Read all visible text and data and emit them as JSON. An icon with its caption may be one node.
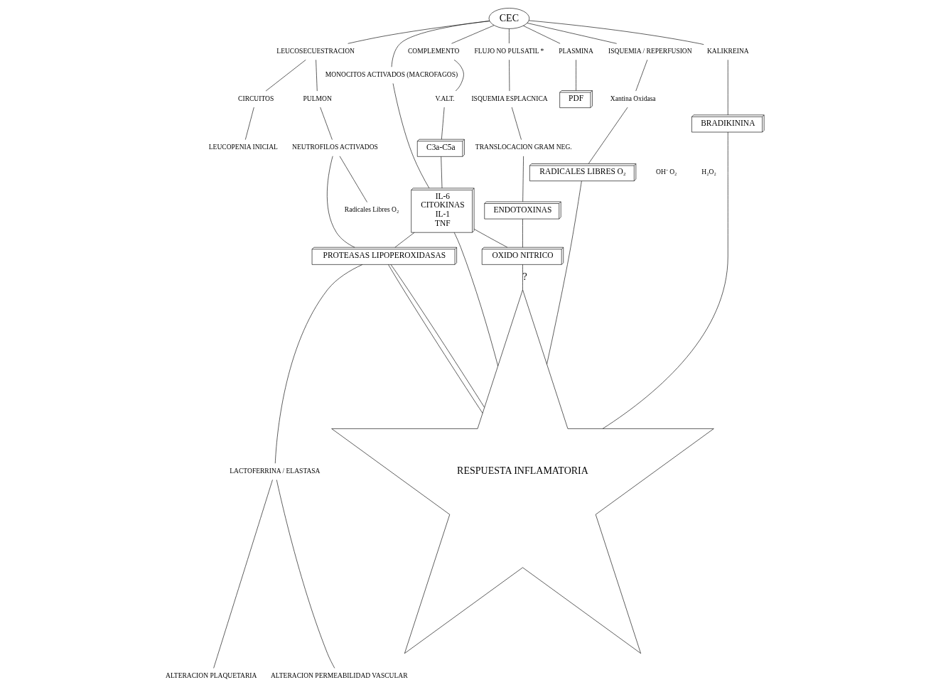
{
  "diagram": {
    "nodes": [
      {
        "text": [
          "CEC"
        ]
      },
      {
        "text": [
          "LEUCOSECUESTRACION"
        ]
      },
      {
        "text": [
          "COMPLEMENTO"
        ]
      },
      {
        "text": [
          "KALIKREINA"
        ]
      },
      {
        "text": [
          "FLUJO NO PULSATIL *"
        ]
      },
      {
        "text": [
          "PLASMINA"
        ]
      },
      {
        "text": [
          "PDF"
        ]
      },
      {
        "text": [
          "CIRCUITOS"
        ]
      },
      {
        "text": [
          "PULMON"
        ]
      },
      {
        "text": [
          "V.ALT."
        ]
      },
      {
        "text": [
          "MONOCITOS ACTIVADOS (MACROFAGOS)"
        ]
      },
      {
        "text": [
          "ISQUEMIA ESPLACNICA"
        ]
      },
      {
        "text": [
          "ISQUEMIA / REPERFUSION"
        ]
      },
      {
        "text": [
          "LEUCOPENIA INICIAL"
        ]
      },
      {
        "text": [
          "C3a-C5a"
        ]
      },
      {
        "text": [
          "TRANSLOCACION GRAM NEG."
        ]
      },
      {
        "text": [
          "IL-6",
          "CITOKINAS",
          "IL-1",
          "TNF"
        ]
      },
      {
        "text": [
          "NEUTROFILOS ACTIVADOS"
        ]
      },
      {
        "text": [
          "ENDOTOXINAS"
        ]
      },
      {
        "text": [
          "Xantina Oxidasa"
        ]
      },
      {
        "text": [
          "Radicales Libres O₂"
        ]
      },
      {
        "text": [
          "PROTEASAS LIPOPEROXIDASAS"
        ]
      },
      {
        "text": [
          "OXIDO NITRICO"
        ]
      },
      {
        "text": [
          "BRADIKININA"
        ]
      },
      {
        "text": [
          "RADICALES LIBRES O₂"
        ],
        "beside": [
          "OH⁻ O₂",
          "H₂O₂"
        ]
      },
      {
        "text": [
          "LACTOFERRINA / ELASTASA"
        ]
      },
      {
        "text": [
          "ALTERACION PLAQUETARIA"
        ]
      },
      {
        "text": [
          "ALTERACION PERMEABILIDAD VASCULAR"
        ]
      },
      {
        "text": [
          "RESPUESTA INFLAMATORIA"
        ]
      }
    ],
    "edges": [
      {
        "from": 0,
        "to": 1,
        "arrow": "none"
      },
      {
        "from": 0,
        "to": 2,
        "arrow": "none"
      },
      {
        "from": 0,
        "to": 10,
        "arrow": "none"
      },
      {
        "from": 0,
        "to": 3,
        "arrow": "none"
      },
      {
        "from": 0,
        "to": 4,
        "arrow": "none"
      },
      {
        "from": 0,
        "to": 5,
        "arrow": "none"
      },
      {
        "from": 0,
        "to": 12,
        "arrow": "none"
      },
      {
        "from": 1,
        "to": 7,
        "arrow": "none"
      },
      {
        "from": 1,
        "to": 8,
        "arrow": "none"
      },
      {
        "from": 7,
        "to": 13,
        "arrow": "none"
      },
      {
        "from": 8,
        "to": 17,
        "arrow": "none"
      },
      {
        "from": 2,
        "to": 9,
        "arrow": "none"
      },
      {
        "from": 9,
        "to": 14,
        "arrow": "none"
      },
      {
        "from": 14,
        "to": 16,
        "arrow": "none"
      },
      {
        "from": 10,
        "to": 16,
        "arrow": "none"
      },
      {
        "from": 3,
        "to": 23,
        "arrow": "none"
      },
      {
        "from": 4,
        "to": 11,
        "arrow": "none"
      },
      {
        "from": 5,
        "to": 6,
        "arrow": "none"
      },
      {
        "from": 11,
        "to": 15,
        "arrow": "none"
      },
      {
        "from": 15,
        "to": 18,
        "arrow": "none"
      },
      {
        "from": 18,
        "to": 22,
        "arrow": "none"
      },
      {
        "from": 12,
        "to": 19,
        "arrow": "none"
      },
      {
        "from": 19,
        "to": 24,
        "arrow": "none"
      },
      {
        "from": 17,
        "to": 20,
        "arrow": "none"
      },
      {
        "from": 17,
        "to": 21,
        "arrow": "none"
      },
      {
        "from": 16,
        "to": 21,
        "arrow": "none"
      },
      {
        "from": 16,
        "to": 22,
        "arrow": "none"
      },
      {
        "from": 16,
        "to": 28,
        "arrow": "none"
      },
      {
        "from": 21,
        "to": 25,
        "arrow": "none"
      },
      {
        "from": 25,
        "to": 26,
        "arrow": "none"
      },
      {
        "from": 25,
        "to": 27,
        "arrow": "none"
      },
      {
        "from": 21,
        "to": 28,
        "arrow": "none"
      },
      {
        "from": 21,
        "to": 28,
        "arrow": "none"
      },
      {
        "from": 23,
        "to": 28,
        "arrow": "none"
      },
      {
        "from": 22,
        "to": 28,
        "arrow": "none",
        "label": "?"
      },
      {
        "from": 24,
        "to": 28,
        "arrow": "none"
      }
    ]
  }
}
